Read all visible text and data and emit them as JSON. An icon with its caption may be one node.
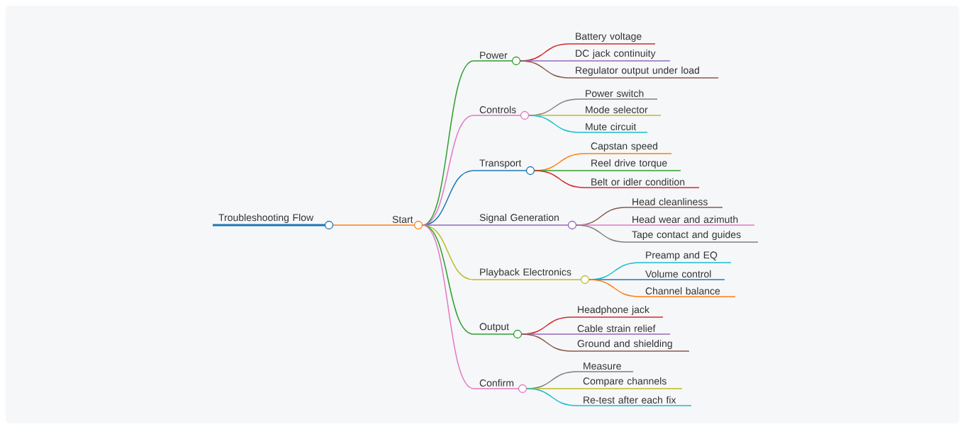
{
  "diagram": {
    "nodes": [
      {
        "text": [
          "Troubleshooting Flow"
        ]
      },
      {
        "text": [
          "Start"
        ]
      },
      {
        "text": [
          "Power"
        ]
      },
      {
        "text": [
          "Battery voltage"
        ]
      },
      {
        "text": [
          "DC jack continuity"
        ]
      },
      {
        "text": [
          "Regulator output under load"
        ]
      },
      {
        "text": [
          "Controls"
        ]
      },
      {
        "text": [
          "Power switch"
        ]
      },
      {
        "text": [
          "Mode selector"
        ]
      },
      {
        "text": [
          "Mute circuit"
        ]
      },
      {
        "text": [
          "Transport"
        ]
      },
      {
        "text": [
          "Capstan speed"
        ]
      },
      {
        "text": [
          "Reel drive torque"
        ]
      },
      {
        "text": [
          "Belt or idler condition"
        ]
      },
      {
        "text": [
          "Signal Generation"
        ]
      },
      {
        "text": [
          "Head cleanliness"
        ]
      },
      {
        "text": [
          "Head wear and azimuth"
        ]
      },
      {
        "text": [
          "Tape contact and guides"
        ]
      },
      {
        "text": [
          "Playback Electronics"
        ]
      },
      {
        "text": [
          "Preamp and EQ"
        ]
      },
      {
        "text": [
          "Volume control"
        ]
      },
      {
        "text": [
          "Channel balance"
        ]
      },
      {
        "text": [
          "Output"
        ]
      },
      {
        "text": [
          "Headphone jack"
        ]
      },
      {
        "text": [
          "Cable strain relief"
        ]
      },
      {
        "text": [
          "Ground and shielding"
        ]
      },
      {
        "text": [
          "Confirm"
        ]
      },
      {
        "text": [
          "Measure"
        ]
      },
      {
        "text": [
          "Compare channels"
        ]
      },
      {
        "text": [
          "Re-test after each fix"
        ]
      }
    ],
    "edges": [
      {
        "from": 0,
        "to": 1,
        "arrow": "none",
        "color": "#ff7f0e"
      },
      {
        "from": 1,
        "to": 2,
        "arrow": "none",
        "color": "#2ca02c"
      },
      {
        "from": 2,
        "to": 3,
        "arrow": "none",
        "color": "#d62728"
      },
      {
        "from": 2,
        "to": 4,
        "arrow": "none",
        "color": "#9467bd"
      },
      {
        "from": 2,
        "to": 5,
        "arrow": "none",
        "color": "#8c564b"
      },
      {
        "from": 1,
        "to": 6,
        "arrow": "none",
        "color": "#e377c2"
      },
      {
        "from": 6,
        "to": 7,
        "arrow": "none",
        "color": "#7f7f7f"
      },
      {
        "from": 6,
        "to": 8,
        "arrow": "none",
        "color": "#bcbd22"
      },
      {
        "from": 6,
        "to": 9,
        "arrow": "none",
        "color": "#17becf"
      },
      {
        "from": 1,
        "to": 10,
        "arrow": "none",
        "color": "#1f77b4"
      },
      {
        "from": 10,
        "to": 11,
        "arrow": "none",
        "color": "#ff7f0e"
      },
      {
        "from": 10,
        "to": 12,
        "arrow": "none",
        "color": "#2ca02c"
      },
      {
        "from": 10,
        "to": 13,
        "arrow": "none",
        "color": "#d62728"
      },
      {
        "from": 1,
        "to": 14,
        "arrow": "none",
        "color": "#9467bd"
      },
      {
        "from": 14,
        "to": 15,
        "arrow": "none",
        "color": "#8c564b"
      },
      {
        "from": 14,
        "to": 16,
        "arrow": "none",
        "color": "#e377c2"
      },
      {
        "from": 14,
        "to": 17,
        "arrow": "none",
        "color": "#7f7f7f"
      },
      {
        "from": 1,
        "to": 18,
        "arrow": "none",
        "color": "#bcbd22"
      },
      {
        "from": 18,
        "to": 19,
        "arrow": "none",
        "color": "#17becf"
      },
      {
        "from": 18,
        "to": 20,
        "arrow": "none",
        "color": "#1f77b4"
      },
      {
        "from": 18,
        "to": 21,
        "arrow": "none",
        "color": "#ff7f0e"
      },
      {
        "from": 1,
        "to": 22,
        "arrow": "none",
        "color": "#2ca02c"
      },
      {
        "from": 22,
        "to": 23,
        "arrow": "none",
        "color": "#d62728"
      },
      {
        "from": 22,
        "to": 24,
        "arrow": "none",
        "color": "#9467bd"
      },
      {
        "from": 22,
        "to": 25,
        "arrow": "none",
        "color": "#8c564b"
      },
      {
        "from": 1,
        "to": 26,
        "arrow": "none",
        "color": "#e377c2"
      },
      {
        "from": 26,
        "to": 27,
        "arrow": "none",
        "color": "#7f7f7f"
      },
      {
        "from": 26,
        "to": 28,
        "arrow": "none",
        "color": "#bcbd22"
      },
      {
        "from": 26,
        "to": 29,
        "arrow": "none",
        "color": "#17becf"
      }
    ]
  }
}
